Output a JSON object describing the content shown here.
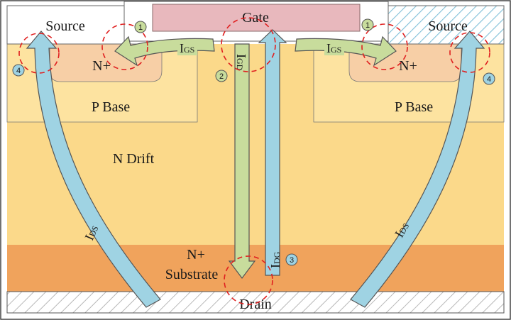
{
  "labels": {
    "source_left": "Source",
    "source_right": "Source",
    "gate": "Gate",
    "n_plus_left": "N+",
    "n_plus_right": "N+",
    "p_base_left": "P Base",
    "p_base_right": "P Base",
    "n_drift": "N Drift",
    "substrate_line1": "N+",
    "substrate_line2": "Substrate",
    "drain": "Drain"
  },
  "currents": {
    "igs_left": {
      "main": "I",
      "sub": "GS"
    },
    "igs_right": {
      "main": "I",
      "sub": "GS"
    },
    "igd": {
      "main": "I",
      "sub": "GD"
    },
    "idg": {
      "main": "I",
      "sub": "DG"
    },
    "ids_left": {
      "main": "I",
      "sub": "DS"
    },
    "ids_right": {
      "main": "I",
      "sub": "DS"
    }
  },
  "markers": {
    "m1_left": "1",
    "m1_right": "1",
    "m2": "2",
    "m3": "3",
    "m4_left": "4",
    "m4_right": "4"
  },
  "colors": {
    "n_drift": "#fbd98a",
    "p_base": "#fde3a0",
    "n_plus": "#f7cfa6",
    "substrate": "#f0a35c",
    "gate": "#e8b8bd",
    "arrow_blue": "#9fd3e3",
    "arrow_green": "#c8dc9c",
    "highlight_circle": "#e02020"
  }
}
